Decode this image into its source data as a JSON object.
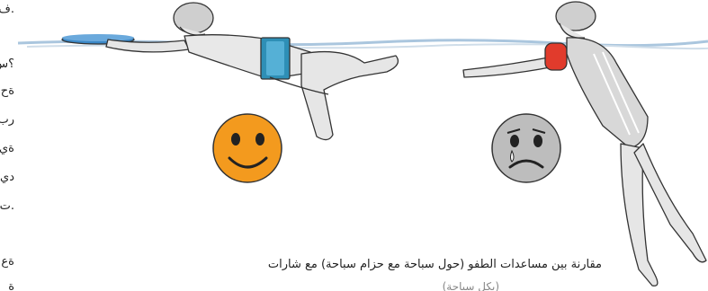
{
  "side_text": {
    "lines": [
      ".ف",
      "؟س",
      "ةح",
      "رب",
      "ةي",
      "دي",
      ".ت",
      "ةع",
      "ة"
    ]
  },
  "caption": {
    "line1": "مقارنة بين مساعدات الطفو (حول سباحة مع حزام سباحة) مع شارات",
    "line2": "(بكل سباحة)"
  },
  "illustration": {
    "good_swimmer_face": "happy-face-icon",
    "bad_swimmer_face": "sad-crying-face-icon",
    "colors": {
      "water_line": "#aac6de",
      "happy_face": "#f39a1e",
      "sad_face": "#bdbdbd",
      "belt": "#2e8fb6",
      "armband": "#e13b2c",
      "kickboard": "#3b88c7"
    }
  }
}
